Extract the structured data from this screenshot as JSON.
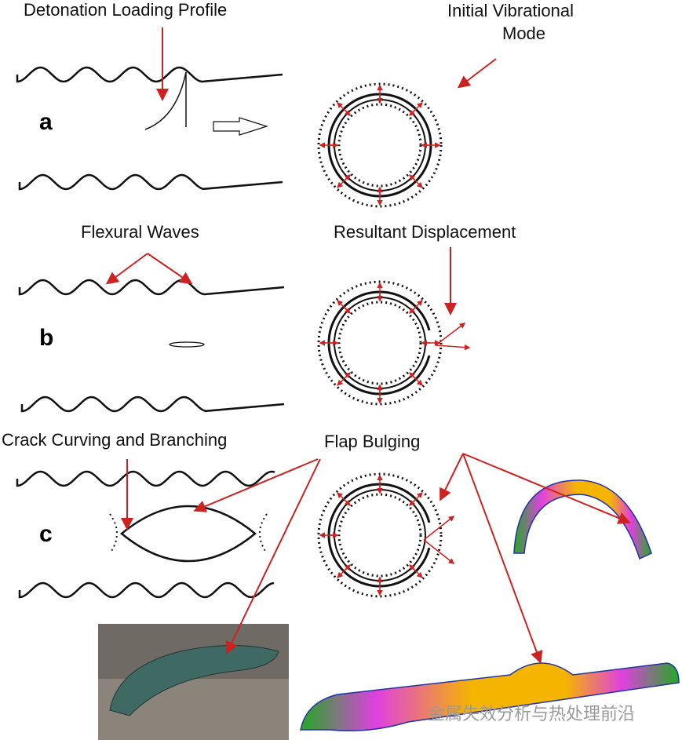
{
  "labels": {
    "detonation": "Detonation Loading Profile",
    "initial_mode_1": "Initial Vibrational",
    "initial_mode_2": "Mode",
    "flexural": "Flexural Waves",
    "resultant": "Resultant Displacement",
    "crack": "Crack Curving and Branching",
    "flap": "Flap Bulging",
    "panel_a": "a",
    "panel_b": "b",
    "panel_c": "c"
  },
  "watermark": "金属失效分析与热处理前沿",
  "colors": {
    "arrow": "#cc2222",
    "line": "#111111",
    "photo_pipe": "#3f6a64",
    "sim_yellow": "#f5b400",
    "sim_magenta": "#e040e0",
    "sim_green": "#22aa22"
  }
}
